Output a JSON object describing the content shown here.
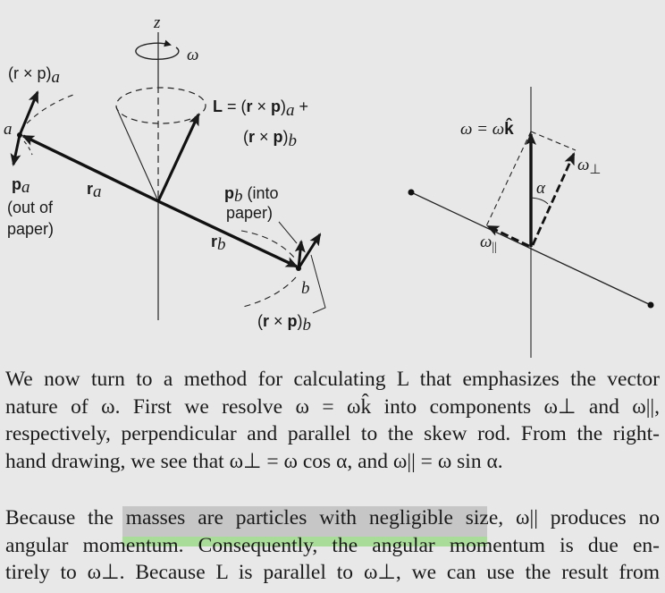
{
  "figure": {
    "left": {
      "axis_label": "z",
      "rotation_label": "ω",
      "label_rxp_a": "(r × p)",
      "label_rxp_a_sub": "a",
      "point_a": "a",
      "label_p_a": "p",
      "label_p_a_sub": "a",
      "label_p_a_note_1": "(out of",
      "label_p_a_note_2": "paper)",
      "label_r_a": "r",
      "label_r_a_sub": "a",
      "label_L_line1_prefix": "L = (r × p)",
      "label_L_line1_sub": "a",
      "label_L_line1_suffix": " +",
      "label_L_line2": "(r × p)",
      "label_L_line2_sub": "b",
      "label_p_b": "p",
      "label_p_b_sub": "b",
      "label_p_b_note_1": " (into",
      "label_p_b_note_2": "paper)",
      "label_r_b": "r",
      "label_r_b_sub": "b",
      "point_b": "b",
      "label_rxp_b": "(r × p)",
      "label_rxp_b_sub": "b"
    },
    "right": {
      "omega_eq": "ω = ω",
      "omega_k": "k̂",
      "omega_perp": "ω",
      "omega_perp_sub": "⊥",
      "alpha": "α",
      "omega_par": "ω",
      "omega_par_sub": "||"
    }
  },
  "text": {
    "p1_lines": [
      "We now turn to a method for calculating L that emphasizes the vector",
      "nature of ω. First we resolve ω = ωk̂ into components ω⊥ and ω||,",
      "respectively, perpendicular and parallel to the skew rod. From the right-",
      "hand drawing, we see that ω⊥ = ω cos α, and ω|| = ω sin α."
    ],
    "p2_lines": [
      "Because the masses are particles with negligible size, ω|| produces no",
      "angular momentum. Consequently, the angular momentum is due en-",
      "tirely to ω⊥. Because L is parallel to ω⊥, we can use the result from"
    ],
    "highlight_text": "masses are particles with negligible size"
  },
  "colors": {
    "background": "#e8e8e8",
    "highlight_gray": "#c6c6c6",
    "highlight_green": "#a9dc98",
    "ink": "#1a1a1a"
  }
}
